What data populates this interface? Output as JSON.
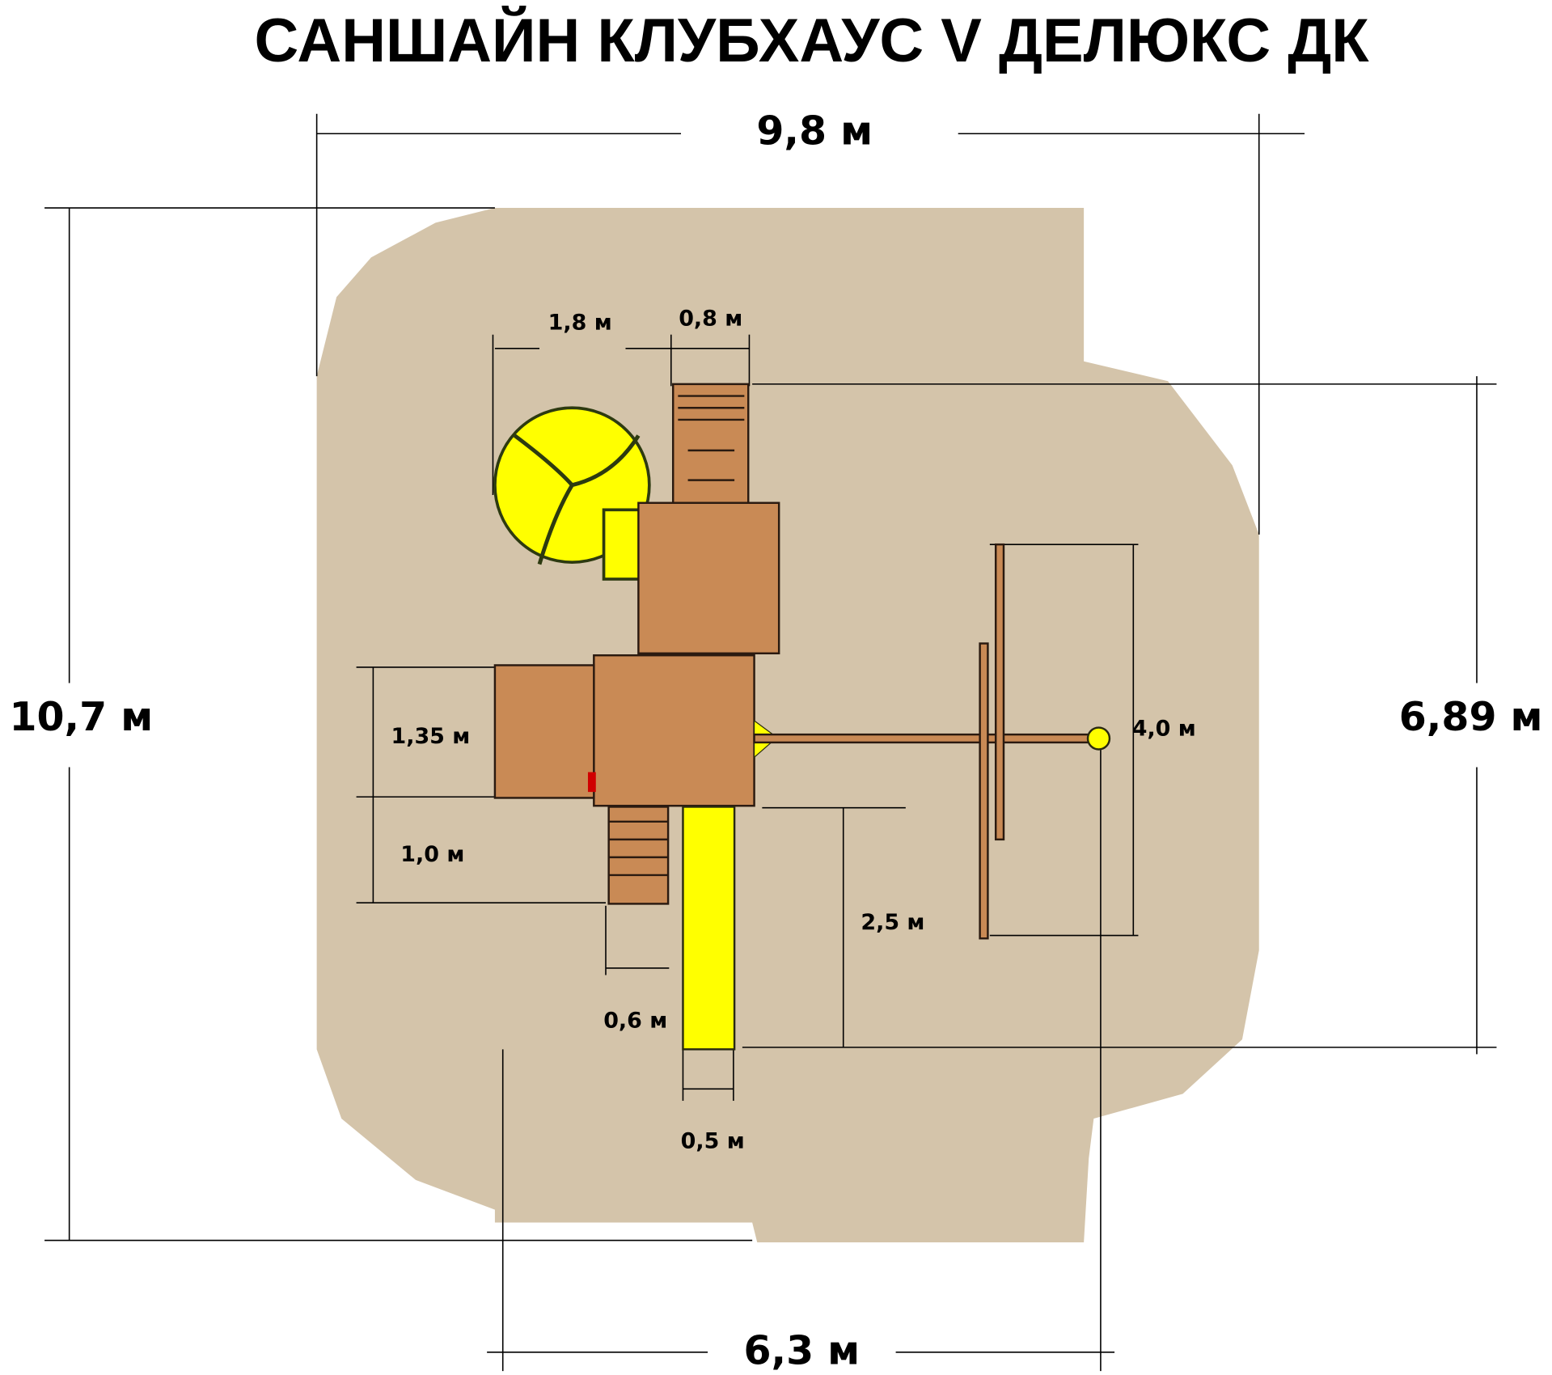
{
  "title": "САНШАЙН КЛУБХАУС V ДЕЛЮКС ДК",
  "colors": {
    "ground": "#d4c4aa",
    "wood": "#c98a55",
    "slide": "#ffff00",
    "line": "#000000"
  },
  "dimensions": {
    "overall_width": "9,8 м",
    "overall_length": "10,7 м",
    "swing_length": "6,89 м",
    "bottom_width": "6,3 м",
    "spiral_slide_width": "1,8 м",
    "ladder_width": "0,8 м",
    "deck_width": "1,35 м",
    "ramp_length": "1,0 м",
    "swing_beam_width": "4,0 м",
    "slide_length": "2,5 м",
    "step_ladder_width": "0,6 м",
    "slide_width": "0,5 м"
  }
}
